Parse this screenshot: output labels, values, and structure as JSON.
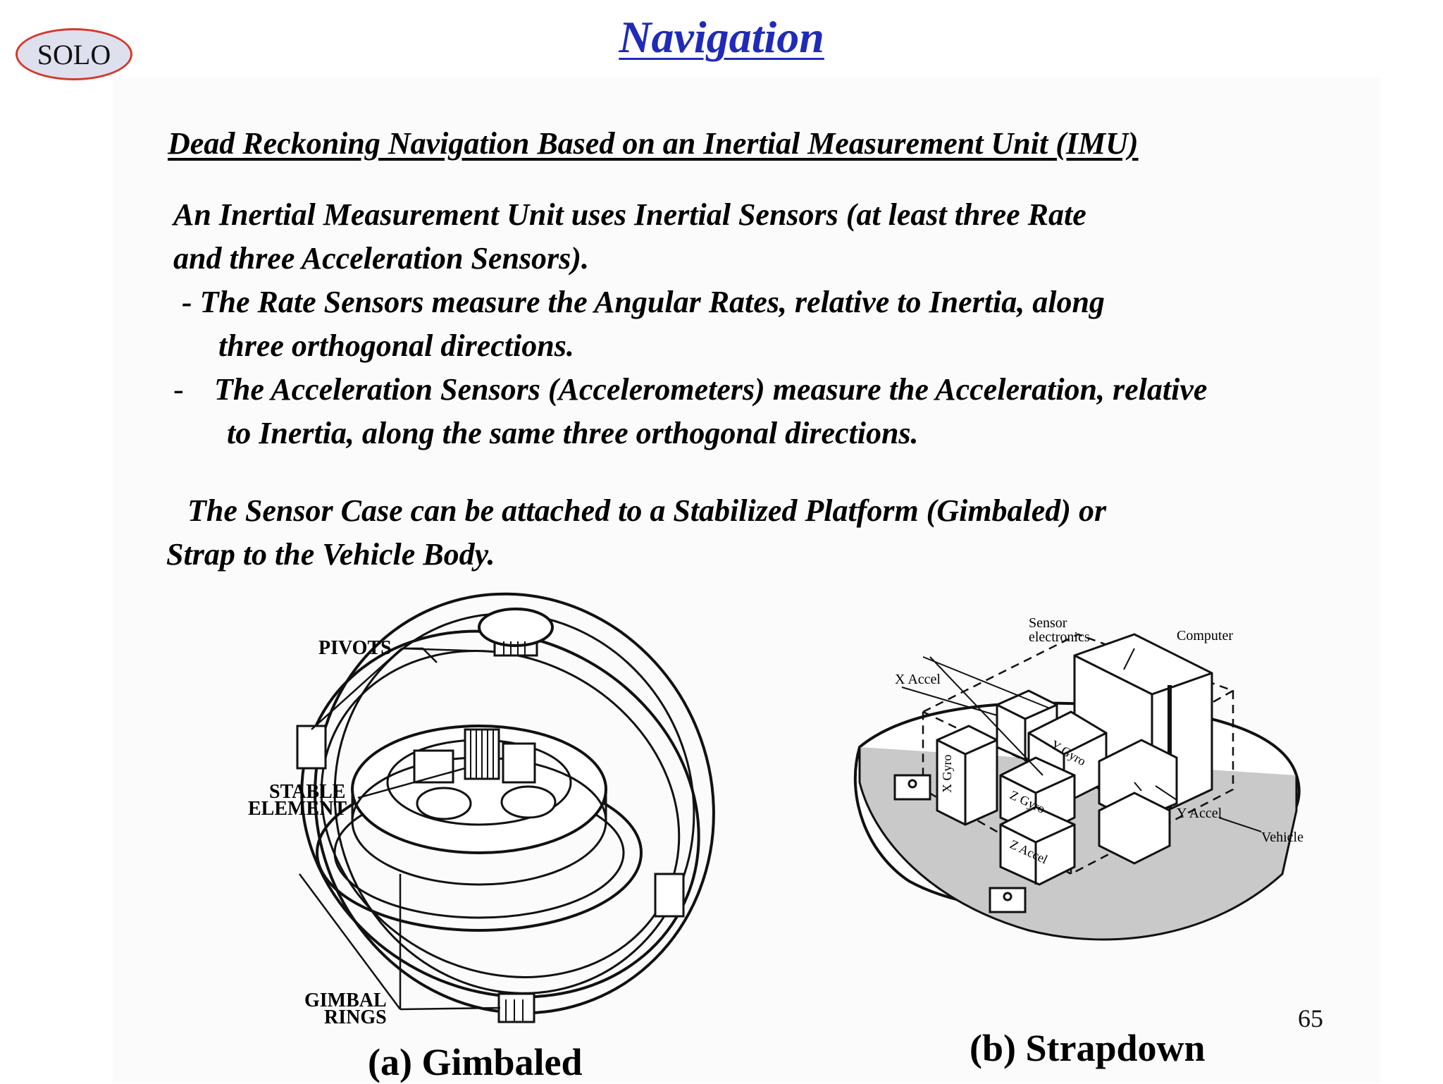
{
  "header": {
    "badge": "SOLO",
    "title": "Navigation"
  },
  "subtitle": "Dead Reckoning Navigation Based on an Inertial Measurement Unit (IMU)",
  "body": {
    "line1": "An Inertial Measurement Unit uses Inertial Sensors (at least three Rate",
    "line2": "and three Acceleration Sensors).",
    "line3": "-  The Rate Sensors measure the Angular Rates, relative to Inertia, along",
    "line4": "three orthogonal directions.",
    "line5_dash": "-",
    "line5": "The Acceleration Sensors (Accelerometers) measure the Acceleration, relative",
    "line6": "to Inertia, along the same three orthogonal directions.",
    "line7": "The Sensor Case can be attached to a Stabilized Platform (Gimbaled) or",
    "line8": "Strap to the Vehicle Body."
  },
  "gimbaled": {
    "label_pivots": "PIVOTS",
    "label_stable_1": "STABLE",
    "label_stable_2": "ELEMENT",
    "label_gimbal_1": "GIMBAL",
    "label_gimbal_2": "RINGS",
    "caption": "(a) Gimbaled"
  },
  "strapdown": {
    "label_sensor_1": "Sensor",
    "label_sensor_2": "electronics",
    "label_computer": "Computer",
    "label_x_accel": "X Accel",
    "label_x_gyro": "X Gyro",
    "label_y_gyro": "Y Gyro",
    "label_z_gyro": "Z Gyro",
    "label_z_accel": "Z Accel",
    "label_y_accel": "Y Accel",
    "label_vehicle": "Vehicle",
    "caption": "(b) Strapdown"
  },
  "page_number": "65"
}
